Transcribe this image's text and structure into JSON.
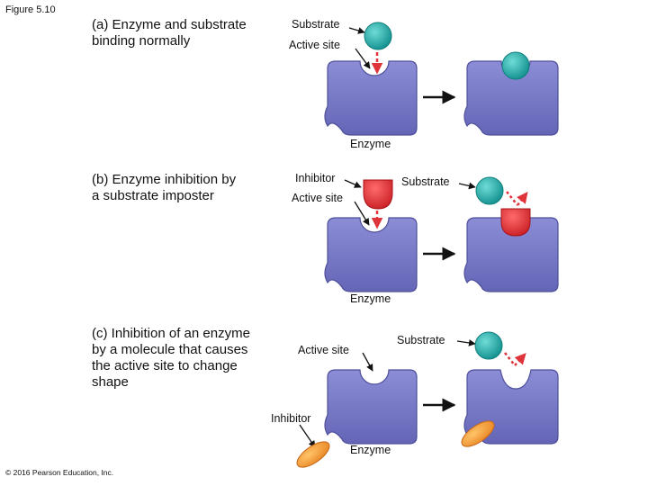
{
  "figure_label": "Figure 5.10",
  "copyright": "© 2016 Pearson Education, Inc.",
  "panels": [
    {
      "heading": "(a) Enzyme and substrate\nbinding normally",
      "labels": {
        "substrate": "Substrate",
        "active_site": "Active site",
        "enzyme": "Enzyme"
      }
    },
    {
      "heading": "(b) Enzyme inhibition by\na substrate imposter",
      "labels": {
        "inhibitor": "Inhibitor",
        "substrate": "Substrate",
        "active_site": "Active site",
        "enzyme": "Enzyme"
      }
    },
    {
      "heading": "(c) Inhibition of an enzyme\nby a molecule that causes\nthe active site to change\nshape",
      "labels": {
        "active_site": "Active site",
        "substrate": "Substrate",
        "inhibitor": "Inhibitor",
        "enzyme": "Enzyme"
      }
    }
  ],
  "colors": {
    "enzyme": "#7b7cc6",
    "enzyme_dark": "#4e4f9a",
    "substrate": "#1aa8a6",
    "inhibitor_red": "#d8262c",
    "inhibitor_orange": "#f39a2c",
    "dashed_arrow": "#e0343b",
    "arrow": "#111111"
  }
}
